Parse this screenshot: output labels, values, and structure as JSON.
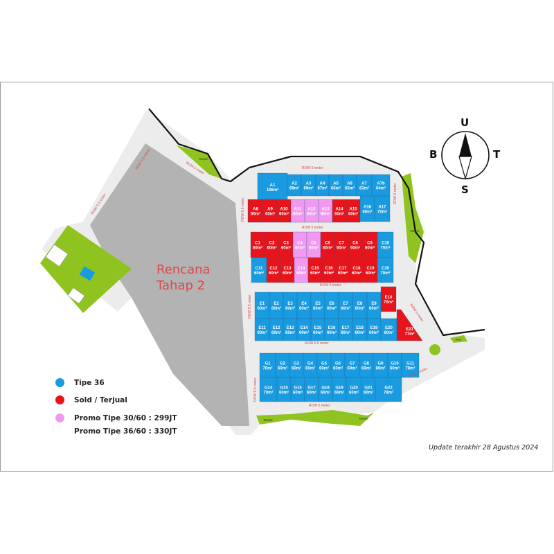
{
  "colors": {
    "tipe36": "#1a9be0",
    "sold": "#e8141b",
    "promo": "#f199f0",
    "road": "#ececec",
    "plan": "#b3b3b3",
    "park": "#8fc31f"
  },
  "plan_area": {
    "title_line1": "Rencana",
    "title_line2": "Tahap 2"
  },
  "legend": [
    {
      "label": "Tipe 36",
      "color_key": "tipe36"
    },
    {
      "label": "Sold / Terjual",
      "color_key": "sold"
    },
    {
      "label": "Promo Tipe 30/60 : 299JT",
      "color_key": "promo"
    },
    {
      "label": "Promo Tipe 36/60 : 330JT",
      "color_key": null
    }
  ],
  "compass": {
    "north": "U",
    "south": "S",
    "east": "T",
    "west": "B"
  },
  "update_note": "Update terakhir 28 Agustus 2024",
  "road_labels": {
    "row5": "ROW 5 meter",
    "row55": "ROW 5.5 meter",
    "row6": "ROW 6 meter",
    "taman": "Taman",
    "pos": "Pos"
  },
  "lots": {
    "A_top": [
      [
        "A1",
        "106m²",
        "tipe36"
      ],
      [
        "A2",
        "69m²",
        "tipe36"
      ],
      [
        "A3",
        "69m²",
        "tipe36"
      ],
      [
        "A4",
        "67m²",
        "tipe36"
      ],
      [
        "A5",
        "66m²",
        "tipe36"
      ],
      [
        "A6",
        "65m²",
        "tipe36"
      ],
      [
        "A7",
        "63m²",
        "tipe36"
      ],
      [
        "A7b",
        "64m²",
        "tipe36"
      ]
    ],
    "A_bottom": [
      [
        "A8",
        "60m²",
        "sold"
      ],
      [
        "A9",
        "60m²",
        "sold"
      ],
      [
        "A10",
        "60m²",
        "sold"
      ],
      [
        "A11",
        "60m²",
        "promo"
      ],
      [
        "A12",
        "60m²",
        "promo"
      ],
      [
        "A13",
        "60m²",
        "promo"
      ],
      [
        "A14",
        "60m²",
        "sold"
      ],
      [
        "A15",
        "60m²",
        "sold"
      ],
      [
        "A16",
        "60m²",
        "tipe36"
      ],
      [
        "A17",
        "70m²",
        "tipe36"
      ]
    ],
    "C_top": [
      [
        "C1",
        "60m²",
        "sold"
      ],
      [
        "C2",
        "60m²",
        "sold"
      ],
      [
        "C3",
        "60m²",
        "sold"
      ],
      [
        "C4",
        "60m²",
        "promo"
      ],
      [
        "C5",
        "60m²",
        "promo"
      ],
      [
        "C6",
        "60m²",
        "sold"
      ],
      [
        "C7",
        "60m²",
        "sold"
      ],
      [
        "C8",
        "60m²",
        "sold"
      ],
      [
        "C9",
        "60m²",
        "sold"
      ],
      [
        "C10",
        "70m²",
        "tipe36"
      ]
    ],
    "C_bottom": [
      [
        "C11",
        "60m²",
        "tipe36"
      ],
      [
        "C12",
        "60m²",
        "sold"
      ],
      [
        "C13",
        "60m²",
        "sold"
      ],
      [
        "C14",
        "60m²",
        "promo"
      ],
      [
        "C15",
        "60m²",
        "sold"
      ],
      [
        "C16",
        "60m²",
        "sold"
      ],
      [
        "C17",
        "60m²",
        "sold"
      ],
      [
        "C18",
        "60m²",
        "sold"
      ],
      [
        "C19",
        "60m²",
        "sold"
      ],
      [
        "C20",
        "70m²",
        "tipe36"
      ]
    ],
    "E_top": [
      [
        "E1",
        "60m²",
        "tipe36"
      ],
      [
        "E2",
        "60m²",
        "tipe36"
      ],
      [
        "E3",
        "60m²",
        "tipe36"
      ],
      [
        "E4",
        "60m²",
        "tipe36"
      ],
      [
        "E5",
        "60m²",
        "tipe36"
      ],
      [
        "E6",
        "60m²",
        "tipe36"
      ],
      [
        "E7",
        "60m²",
        "tipe36"
      ],
      [
        "E8",
        "60m²",
        "tipe36"
      ],
      [
        "E9",
        "60m²",
        "tipe36"
      ],
      [
        "E10",
        "70m²",
        "sold"
      ]
    ],
    "E_bottom": [
      [
        "E11",
        "60m²",
        "tipe36"
      ],
      [
        "E12",
        "60m²",
        "tipe36"
      ],
      [
        "E13",
        "60m²",
        "tipe36"
      ],
      [
        "E14",
        "60m²",
        "tipe36"
      ],
      [
        "E15",
        "60m²",
        "tipe36"
      ],
      [
        "E16",
        "60m²",
        "tipe36"
      ],
      [
        "E17",
        "60m²",
        "tipe36"
      ],
      [
        "E18",
        "60m²",
        "tipe36"
      ],
      [
        "E19",
        "60m²",
        "tipe36"
      ],
      [
        "E20",
        "60m²",
        "tipe36"
      ],
      [
        "E21",
        "77m²",
        "sold"
      ]
    ],
    "G_top": [
      [
        "G1",
        "70m²",
        "tipe36"
      ],
      [
        "G2",
        "60m²",
        "tipe36"
      ],
      [
        "G3",
        "60m²",
        "tipe36"
      ],
      [
        "G4",
        "60m²",
        "tipe36"
      ],
      [
        "G5",
        "60m²",
        "tipe36"
      ],
      [
        "G6",
        "60m²",
        "tipe36"
      ],
      [
        "G7",
        "60m²",
        "tipe36"
      ],
      [
        "G8",
        "60m²",
        "tipe36"
      ],
      [
        "G9",
        "60m²",
        "tipe36"
      ],
      [
        "G10",
        "60m²",
        "tipe36"
      ],
      [
        "G11",
        "78m²",
        "tipe36"
      ]
    ],
    "G_bottom": [
      [
        "G14",
        "70m²",
        "tipe36"
      ],
      [
        "G15",
        "60m²",
        "tipe36"
      ],
      [
        "G16",
        "60m²",
        "tipe36"
      ],
      [
        "G17",
        "60m²",
        "tipe36"
      ],
      [
        "G18",
        "60m²",
        "tipe36"
      ],
      [
        "G19",
        "60m²",
        "tipe36"
      ],
      [
        "G20",
        "60m²",
        "tipe36"
      ],
      [
        "G21",
        "60m²",
        "tipe36"
      ],
      [
        "G22",
        "78m²",
        "tipe36"
      ]
    ]
  }
}
